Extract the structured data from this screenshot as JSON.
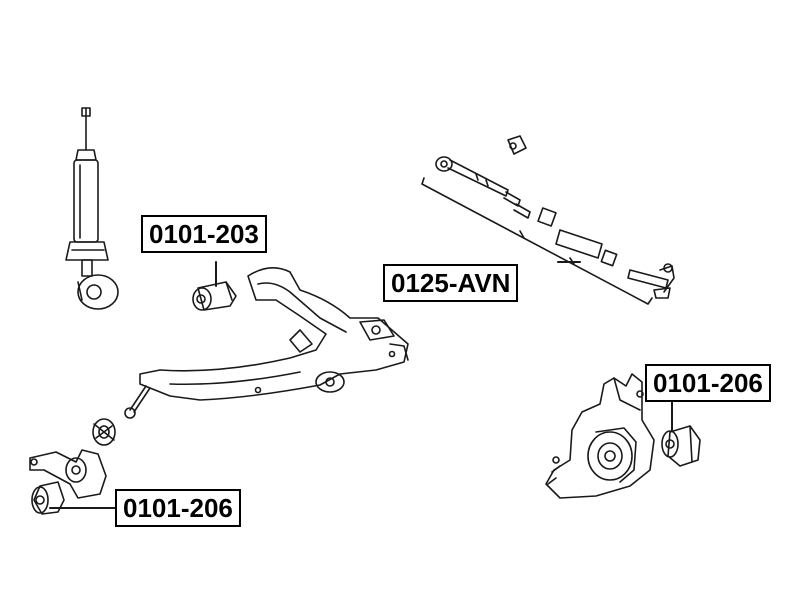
{
  "labels": {
    "upper_arm_bushing": "0101-203",
    "lateral_link_kit": "0125-AVN",
    "knuckle_bushing": "0101-206",
    "lower_bushing": "0101-206"
  },
  "colors": {
    "line": "#1a1a1a",
    "background": "#ffffff"
  }
}
